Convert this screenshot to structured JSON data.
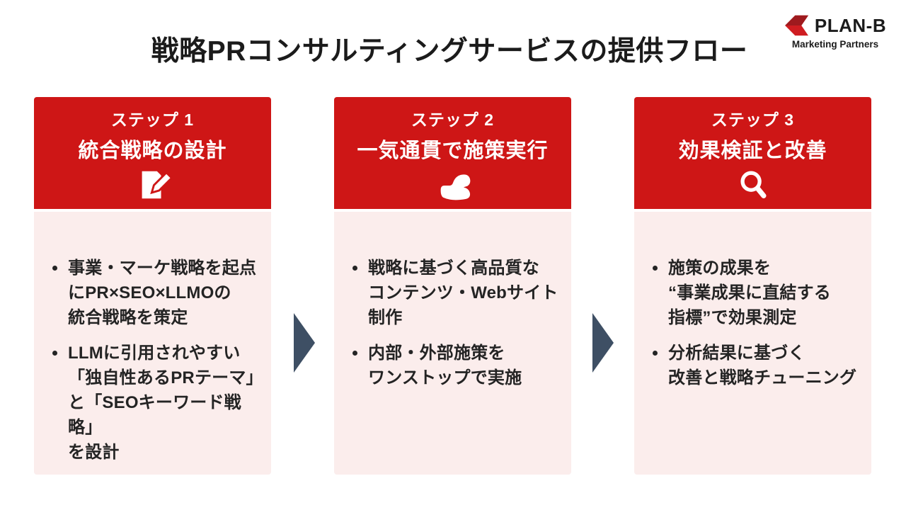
{
  "page": {
    "title": "戦略PRコンサルティングサービスの提供フロー"
  },
  "logo": {
    "name": "PLAN-B",
    "subtitle": "Marketing Partners"
  },
  "colors": {
    "accent_red": "#ce1616",
    "panel_pink": "#fbedec",
    "arrow_navy": "#3e4f64",
    "text_dark": "#242424",
    "logo_red_bright": "#cf1d21",
    "logo_red_dark": "#9e1a1e"
  },
  "steps": [
    {
      "label": "ステップ 1",
      "title": "統合戦略の設計",
      "icon": "memo-pencil-icon",
      "bullets": [
        "事業・マーケ戦略を起点\nにPR×SEO×LLMOの\n統合戦略を策定",
        "LLMに引用されやすい\n「独自性あるPRテーマ」\nと「SEOキーワード戦略」\nを設計"
      ]
    },
    {
      "label": "ステップ 2",
      "title": "一気通貫で施策実行",
      "icon": "flexed-arm-icon",
      "bullets": [
        "戦略に基づく高品質な\nコンテンツ・Webサイト\n制作",
        "内部・外部施策を\nワンストップで実施"
      ]
    },
    {
      "label": "ステップ 3",
      "title": "効果検証と改善",
      "icon": "magnifier-icon",
      "bullets": [
        "施策の成果を\n“事業成果に直結する\n指標”で効果測定",
        "分析結果に基づく\n改善と戦略チューニング"
      ]
    }
  ]
}
